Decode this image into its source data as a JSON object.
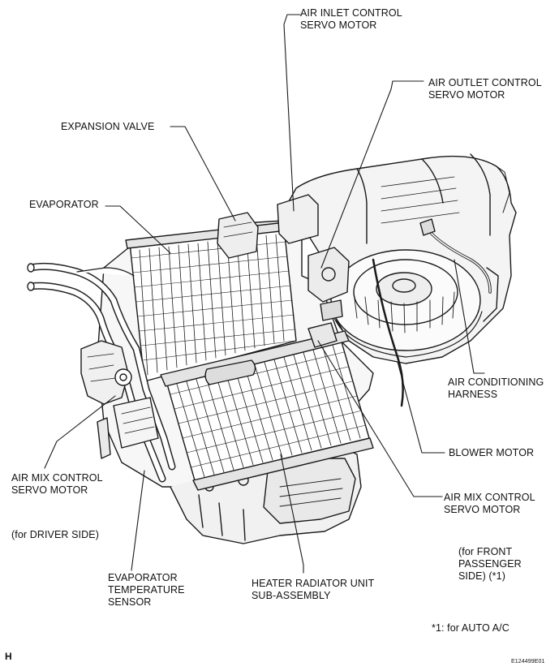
{
  "labels": {
    "air_inlet_servo": "AIR INLET CONTROL\nSERVO MOTOR",
    "air_outlet_servo": "AIR OUTLET CONTROL\nSERVO MOTOR",
    "expansion_valve": "EXPANSION VALVE",
    "evaporator": "EVAPORATOR",
    "air_conditioning_harness": "AIR CONDITIONING\nHARNESS",
    "blower_motor": "BLOWER MOTOR",
    "air_mix_servo_left": "AIR MIX CONTROL\nSERVO MOTOR",
    "driver_side_note": "(for DRIVER SIDE)",
    "air_mix_servo_right": "AIR MIX CONTROL\nSERVO MOTOR",
    "passenger_side_note": "(for FRONT\nPASSENGER\nSIDE) (*1)",
    "evaporator_temp_sensor": "EVAPORATOR\nTEMPERATURE\nSENSOR",
    "heater_radiator": "HEATER RADIATOR UNIT\nSUB-ASSEMBLY",
    "footnote": "*1: for AUTO A/C",
    "corner_letter": "H",
    "figure_id": "E124499E01"
  }
}
